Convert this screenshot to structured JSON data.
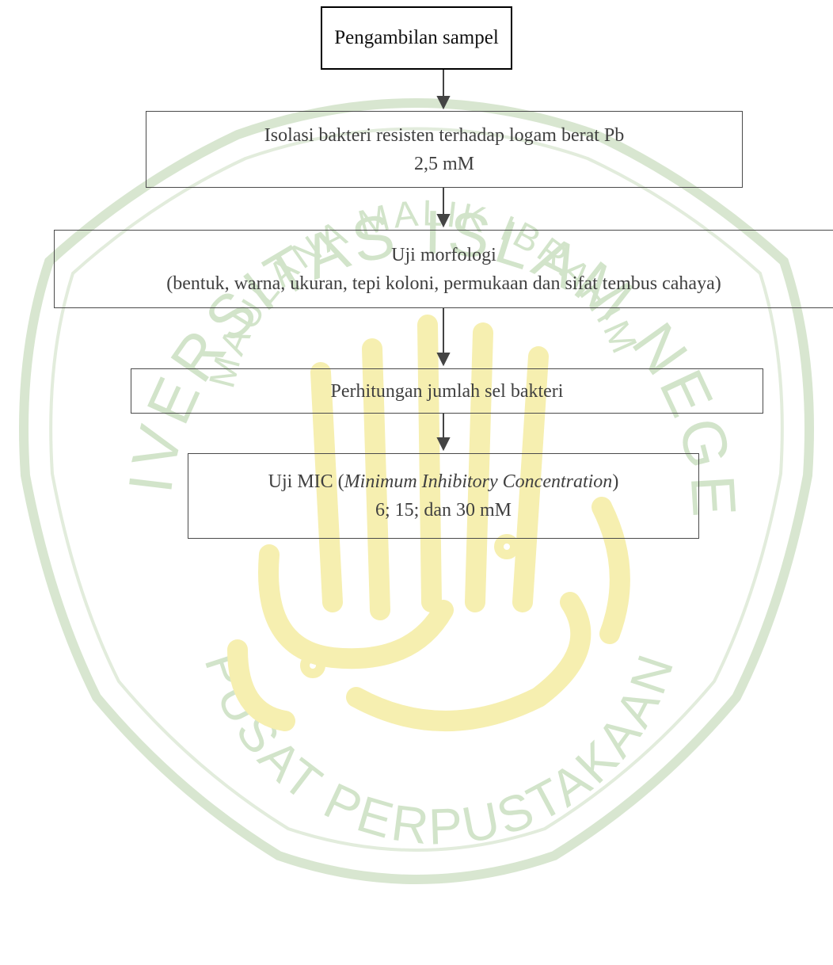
{
  "flowchart": {
    "steps": [
      {
        "lines": [
          "Pengambilan sampel"
        ]
      },
      {
        "lines": [
          "Isolasi bakteri resisten terhadap logam berat Pb",
          "2,5 mM"
        ]
      },
      {
        "lines": [
          "Uji morfologi",
          "(bentuk, warna, ukuran, tepi koloni, permukaan dan sifat tembus cahaya)"
        ]
      },
      {
        "lines": [
          "Perhitungan jumlah sel bakteri"
        ]
      },
      {
        "line1": {
          "pre": "Uji MIC (",
          "italic": "Minimum Inhibitory Concentration",
          "post": ")"
        },
        "line2": "6; 15; dan 30 mM"
      }
    ]
  },
  "watermark": {
    "top_arc_text": "UNIVERSITAS ISLAM NEGERI",
    "inner_arc_text": "MAULANA MALIK IBRAHIM",
    "bottom_arc_text": "PUSAT PERPUSTAKAAN",
    "color_outline": "#d8e6d0",
    "color_text": "#d2e4ca",
    "color_calligraphy": "#f6efb0"
  },
  "colors": {
    "box_border": "#4a4a4a",
    "first_box_border": "#000000",
    "text": "#404040",
    "arrow": "#444444"
  }
}
